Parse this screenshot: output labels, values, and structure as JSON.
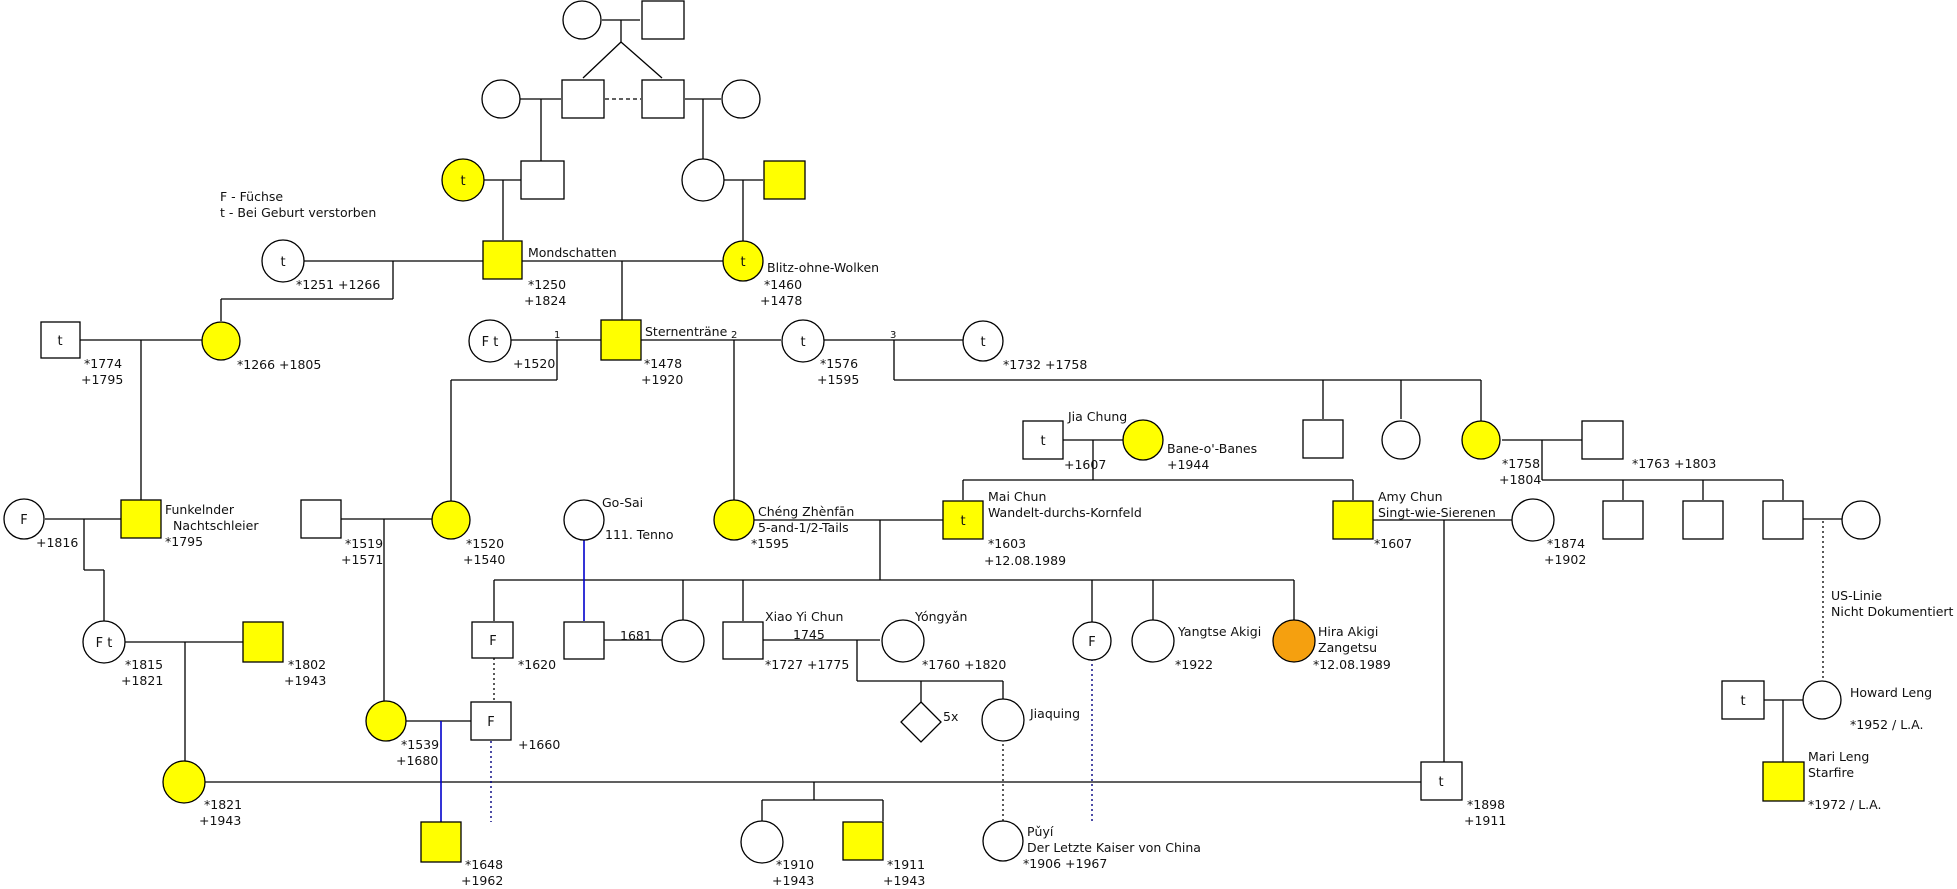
{
  "colors": {
    "yellow": "#ffff00",
    "orange": "#f5a00f",
    "white": "#ffffff",
    "line": "#000000",
    "blue": "#0000cc",
    "navy": "#000080"
  },
  "legend": {
    "line1": "F - Füchse",
    "line2": "t - Bei Geburt verstorben"
  },
  "markers": {
    "t": "t",
    "F": "F",
    "Ft": "F t",
    "f5x": "5x"
  },
  "marriage_numbers": {
    "m1": "1",
    "m2": "2",
    "m3": "3"
  },
  "labels": {
    "mond_name": "Mondschatten",
    "mond_d1": "*1250",
    "mond_d2": "+1824",
    "blitz_name": "Blitz-ohne-Wolken",
    "blitz_d1": "*1460",
    "blitz_d2": "+1478",
    "tleft_dates": "*1251 +1266",
    "stern_name": "Sternenträne",
    "stern_d1": "*1478",
    "stern_d2": "+1920",
    "ft1_d": "+1520",
    "t1576_d1": "*1576",
    "t1576_d2": "+1595",
    "t1732_d": "*1732 +1758",
    "sq1774_d1": "*1774",
    "sq1774_d2": "+1795",
    "yc1266_d": "*1266 +1805",
    "jia": "Jia Chung",
    "jia_d": "+1607",
    "bane": "Bane-o'-Banes",
    "bane_d": "+1944",
    "ycd1758_d1": "*1758",
    "ycd1758_d2": "+1804",
    "sq1763_d": "*1763 +1803",
    "funk_n1": "Funkelnder",
    "funk_n2": "Nachtschleier",
    "funk_d": "*1795",
    "f1816_d": "+1816",
    "sq1519_d1": "*1519",
    "sq1519_d2": "+1571",
    "yc1520_d1": "*1520",
    "yc1520_d2": "+1540",
    "gosai": "Go-Sai",
    "tenno": "111. Tenno",
    "cheng_n1": "Chéng Zhènfān",
    "cheng_n2": "5-and-1/2-Tails",
    "cheng_d": "*1595",
    "mai_n1": "Mai Chun",
    "mai_n2": "Wandelt-durchs-Kornfeld",
    "mai_d1": "*1603",
    "mai_d2": "+12.08.1989",
    "amy_n1": "Amy Chun",
    "amy_n2": "Singt-wie-Sierenen",
    "amy_d": "*1607",
    "c1874_d1": "*1874",
    "c1874_d2": "+1902",
    "us_1": "US-Linie",
    "us_2": "Nicht Dokumentiert",
    "ft1815_d1": "*1815",
    "ft1815_d2": "+1821",
    "ys1802_d1": "*1802",
    "ys1802_d2": "+1943",
    "f1620_d": "*1620",
    "d1681": "1681",
    "xiao": "Xiao Yi Chun",
    "d1745": "1745",
    "xiao_d": "*1727 +1775",
    "yong": "Yóngyǎn",
    "yong_d": "*1760 +1820",
    "yangtse": "Yangtse Akigi",
    "yangtse_d": "*1922",
    "hira_n1": "Hira Akigi",
    "hira_n2": "Zangetsu",
    "hira_d": "*12.08.1989",
    "howard": "Howard Leng",
    "howard_d": "*1952 / L.A.",
    "jiaquing": "Jiaquing",
    "yc1539_d1": "*1539",
    "yc1539_d2": "+1680",
    "f1660_d": "+1660",
    "yc1821_d1": "*1821",
    "yc1821_d2": "+1943",
    "t1898_d1": "*1898",
    "t1898_d2": "+1911",
    "mari_n1": "Mari Leng",
    "mari_n2": "Starfire",
    "mari_d": "*1972 / L.A.",
    "ys1648_d1": "*1648",
    "ys1648_d2": "+1962",
    "c1910_d1": "*1910",
    "c1910_d2": "+1943",
    "ys1911_d1": "*1911",
    "ys1911_d2": "+1943",
    "puyi_n1": "Pǔyí",
    "puyi_n2": "Der Letzte Kaiser von China",
    "puyi_d": "*1906 +1967"
  }
}
